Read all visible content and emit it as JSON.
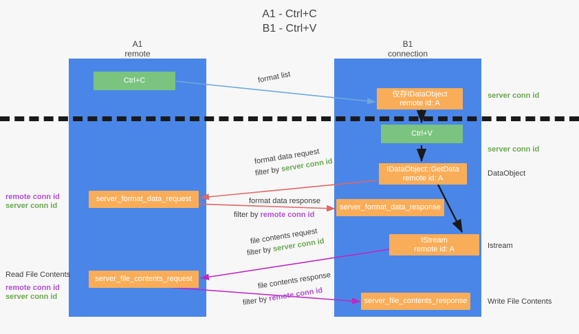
{
  "title": {
    "line1": "A1 - Ctrl+C",
    "line2": "B1 - Ctrl+V"
  },
  "lanes": [
    {
      "name": "A1",
      "sub": "remote"
    },
    {
      "name": "B1",
      "sub": "connection"
    }
  ],
  "nodes": {
    "ctrl_c": "Ctrl+C",
    "ctrl_v": "Ctrl+V",
    "idataobject_top_l1": "仅存IDataObject",
    "idataobject_top_l2": "remote id: A",
    "getdata_l1": "IDataObject::GetData",
    "getdata_l2": "remote id: A",
    "istream_l1": "IStream",
    "istream_l2": "remote id: A",
    "server_format_data_request": "server_format_data_request",
    "server_format_data_response": "server_format_data_response",
    "server_file_contents_request": "server_file_contents_request",
    "server_file_contents_response": "server_file_contents_response"
  },
  "edge_labels": {
    "format_list": "format list",
    "format_data_request": "format data request",
    "format_data_request_filter_prefix": "filter by ",
    "format_data_request_filter_key": "server conn id",
    "format_data_response": "format data response",
    "format_data_response_filter_prefix": "filter by ",
    "format_data_response_filter_key": "remote conn id",
    "file_contents_request": "file contents request",
    "file_contents_request_filter_prefix": "filter by ",
    "file_contents_request_filter_key": "server conn id",
    "file_contents_response": "file contents response",
    "file_contents_response_filter_prefix": "filter by ",
    "file_contents_response_filter_key": "remote conn id"
  },
  "annotations": {
    "server_conn_id_top": "server conn id",
    "server_conn_id_mid": "server conn id",
    "dataobject": "DataObject",
    "istream": "Istream",
    "write_file_contents": "Write File Contents",
    "read_file_contents": "Read File Contents",
    "left_remote_conn_id_1": "remote conn id",
    "left_server_conn_id_1": "server conn id",
    "left_remote_conn_id_2": "remote conn id",
    "left_server_conn_id_2": "server conn id"
  },
  "colors": {
    "lane": "#4a86e8",
    "node_orange": "#f9ad58",
    "node_green": "#7ac47f",
    "green_text": "#6aa84f",
    "magenta_text": "#b14fcf",
    "arrow_blue": "#6fa8dc",
    "arrow_red": "#e06666",
    "arrow_magenta": "#c027c0",
    "arrow_dark": "#1a1a1a",
    "background": "#f7f7f7"
  }
}
